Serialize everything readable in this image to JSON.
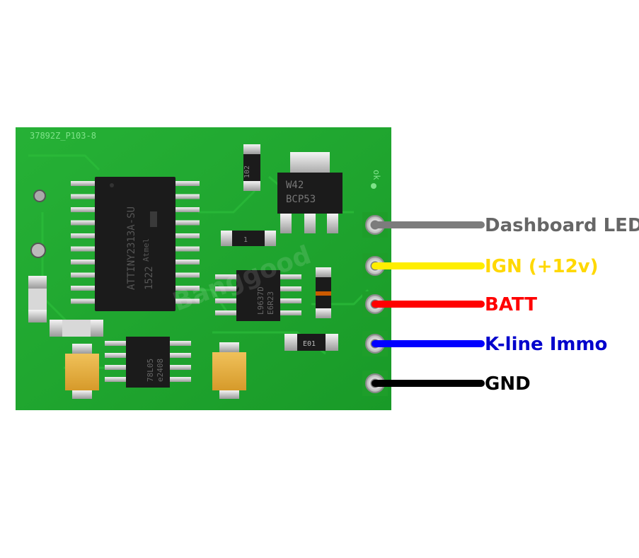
{
  "board": {
    "part_number": "37892Z_P103-8",
    "corner_text": "ok",
    "mcu": {
      "brand": "Atmel",
      "line1": "ATTINY2313A-SU",
      "date_code": "1522"
    },
    "regulator": {
      "line1": "W42",
      "line2": "BCP53"
    },
    "driver_ic": {
      "line1": "L9637D",
      "line2": "E6R23"
    },
    "ldo": {
      "line1": "78L05",
      "line2": "e2408"
    },
    "resistors": [
      "102",
      "E01",
      "1"
    ],
    "watermark": "Banggood"
  },
  "pins": [
    {
      "label": "Dashboard LED",
      "wire_color": "#7c7c7c",
      "text_color": "#666666"
    },
    {
      "label": "IGN (+12v)",
      "wire_color": "#ffee00",
      "text_color": "#ffd800"
    },
    {
      "label": "BATT",
      "wire_color": "#ff0000",
      "text_color": "#ff0000"
    },
    {
      "label": "K-line Immo",
      "wire_color": "#0000ff",
      "text_color": "#0000cc"
    },
    {
      "label": "GND",
      "wire_color": "#000000",
      "text_color": "#000000"
    }
  ],
  "colors": {
    "pcb": "#1fa52c",
    "pcb_dark": "#178a22",
    "chip": "#1b1b1b"
  }
}
